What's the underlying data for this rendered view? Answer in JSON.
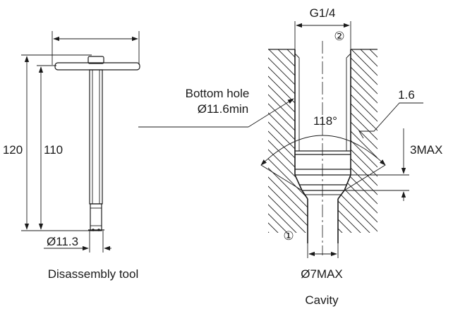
{
  "tool": {
    "caption": "Disassembly tool",
    "dim_total_length": "120",
    "dim_shaft_length": "110",
    "dim_diameter": "Ø11.3"
  },
  "cavity": {
    "caption": "Cavity",
    "dim_thread": "G1/4",
    "dim_bottom_hole_line1": "Bottom hole",
    "dim_bottom_hole_line2": "Ø11.6min",
    "dim_angle": "118°",
    "dim_roughness": "1.6",
    "dim_depth": "3MAX",
    "dim_outlet": "Ø7MAX",
    "port_top": "②",
    "port_bottom": "①"
  },
  "colors": {
    "line": "#1a1a1a",
    "background": "#ffffff"
  }
}
